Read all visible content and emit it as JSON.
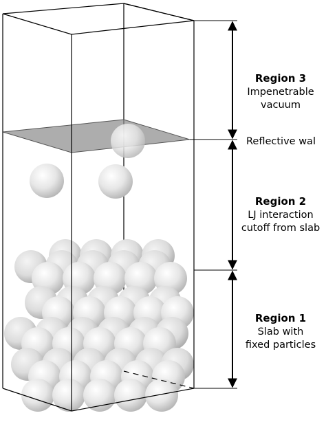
{
  "regions": [
    {
      "title": "Region 3",
      "lines": [
        "Impenetrable",
        "vacuum"
      ]
    },
    {
      "title": "Region 2",
      "lines": [
        "LJ interaction",
        "cutoff from slab"
      ]
    },
    {
      "title": "Region 1",
      "lines": [
        "Slab with",
        "fixed particles"
      ]
    }
  ],
  "wall_label": "Reflective wal",
  "colors": {
    "box_line": "#000000",
    "wall_fill": "#8a8a8a",
    "particle_light": "#f7f7f7",
    "particle_dark": "#b8b8b8"
  }
}
